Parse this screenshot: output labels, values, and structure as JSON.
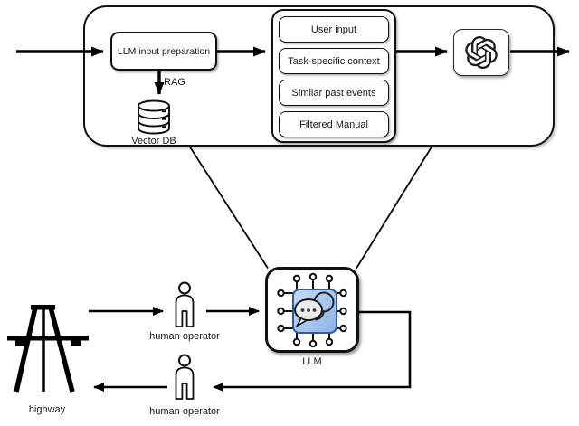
{
  "pipeline": {
    "input_prep": "LLM input preparation",
    "rag": "RAG",
    "vector_db": "Vector DB",
    "context_items": [
      "User input",
      "Task-specific context",
      "Similar past events",
      "Filtered Manual"
    ]
  },
  "loop": {
    "llm": "LLM",
    "highway": "highway",
    "operator_in": "human operator",
    "operator_out": "human operator"
  },
  "icons": {
    "openai": "openai-logo-icon",
    "llm_chip": "llm-chip-icon",
    "vector_db": "database-icon",
    "highway": "highway-icon",
    "person": "person-icon"
  },
  "colors": {
    "line": "#000000",
    "chip_fill": "#a9c8f0",
    "chip_border": "#2e5d99",
    "bubble_fill": "#ebebeb",
    "background": "#ffffff"
  }
}
